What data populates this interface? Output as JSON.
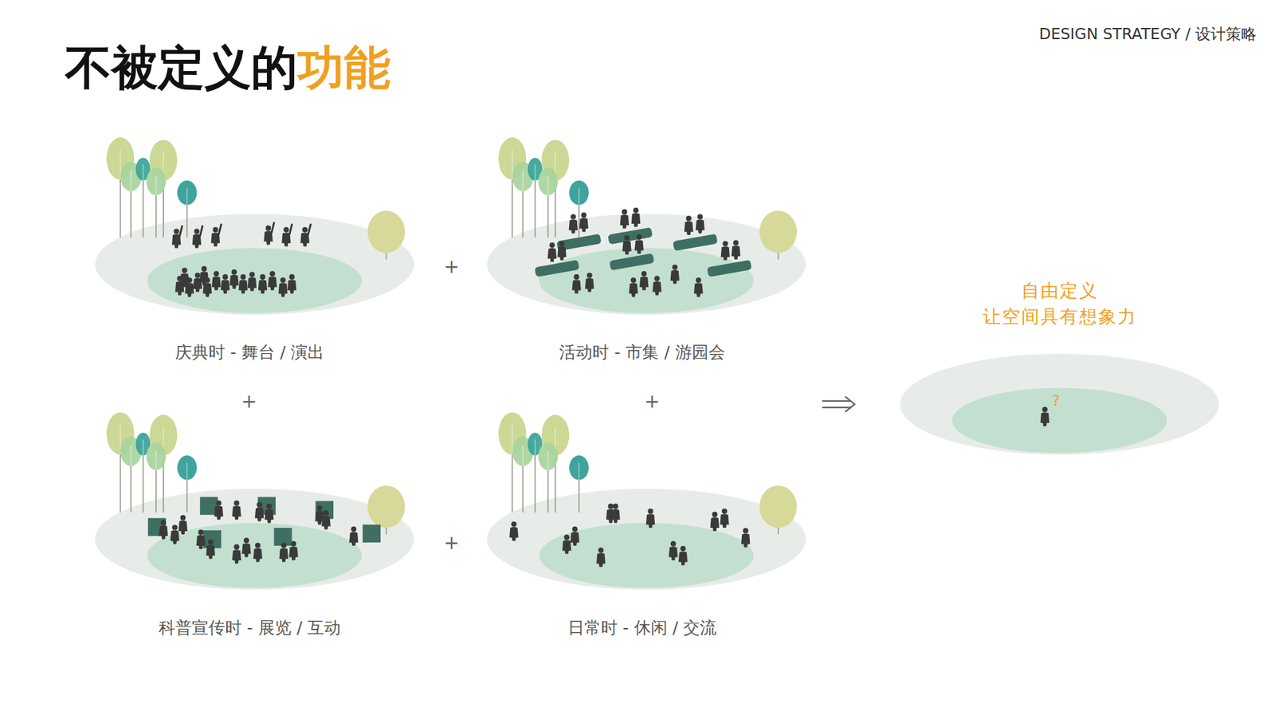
{
  "diagram": {
    "title": "不被定义的功能",
    "labels": [
      "DESIGN STRATEGY / 设计策略",
      "庆典时 - 舞台 / 演出",
      "+",
      "活动时 - 市集 / 游园会",
      "+",
      "+",
      "科普宣传时 - 展览 / 互动",
      "+",
      "日常时 - 休闲 / 交流",
      "自由定义 让空间具有想象力",
      "?"
    ]
  }
}
